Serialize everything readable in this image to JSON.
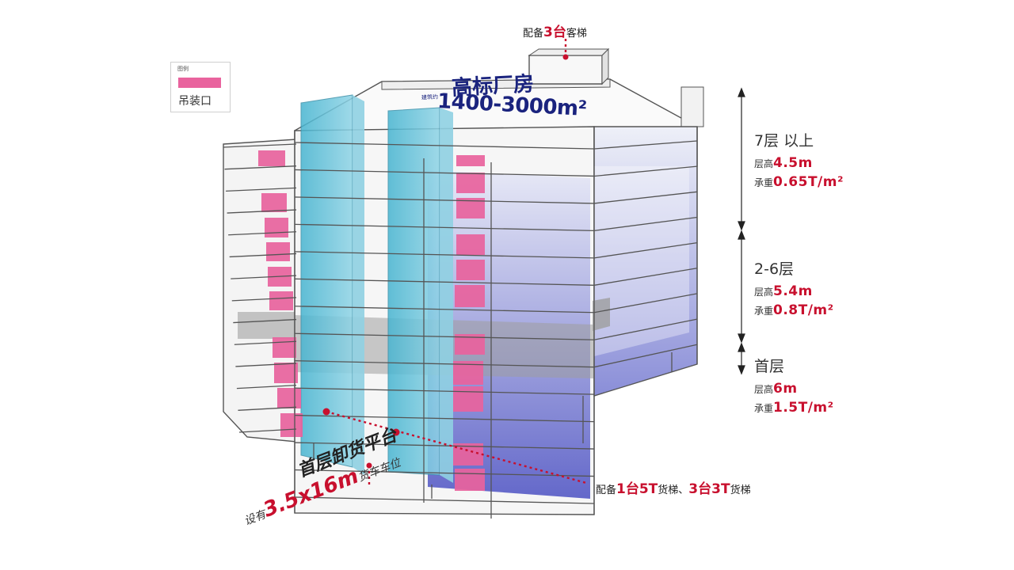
{
  "legend": {
    "title": "图例",
    "item_label": "吊装口",
    "swatch_color": "#e9639e"
  },
  "top_callout": {
    "prefix": "配备",
    "highlight": "3台",
    "suffix": "客梯"
  },
  "roof_label": {
    "title": "高标厂房",
    "area_prefix": "建筑约",
    "area_value": "1400-3000m²"
  },
  "floor_specs": [
    {
      "name": "7层 以上",
      "height_label": "层高",
      "height_value": "4.5m",
      "load_label": "承重",
      "load_value": "0.65T/m²"
    },
    {
      "name": "2-6层",
      "height_label": "层高",
      "height_value": "5.4m",
      "load_label": "承重",
      "load_value": "0.8T/m²"
    },
    {
      "name": "首层",
      "height_label": "层高",
      "height_value": "6m",
      "load_label": "承重",
      "load_value": "1.5T/m²"
    }
  ],
  "elevator_callout": {
    "prefix": "配备",
    "highlight1": "1台5T",
    "mid": "货梯、",
    "highlight2": "3台3T",
    "suffix": "货梯"
  },
  "ground_callout": {
    "title": "首层卸货平台",
    "prefix": "设有",
    "highlight": "3.5x16m",
    "suffix": "货车车位"
  },
  "colors": {
    "accent_red": "#c8102e",
    "navy": "#1a237e",
    "glass_teal": "#58bfd8",
    "glass_blue": "#6b6fd0",
    "hoist_pink": "#e9639e",
    "frame_gray": "#555555"
  }
}
